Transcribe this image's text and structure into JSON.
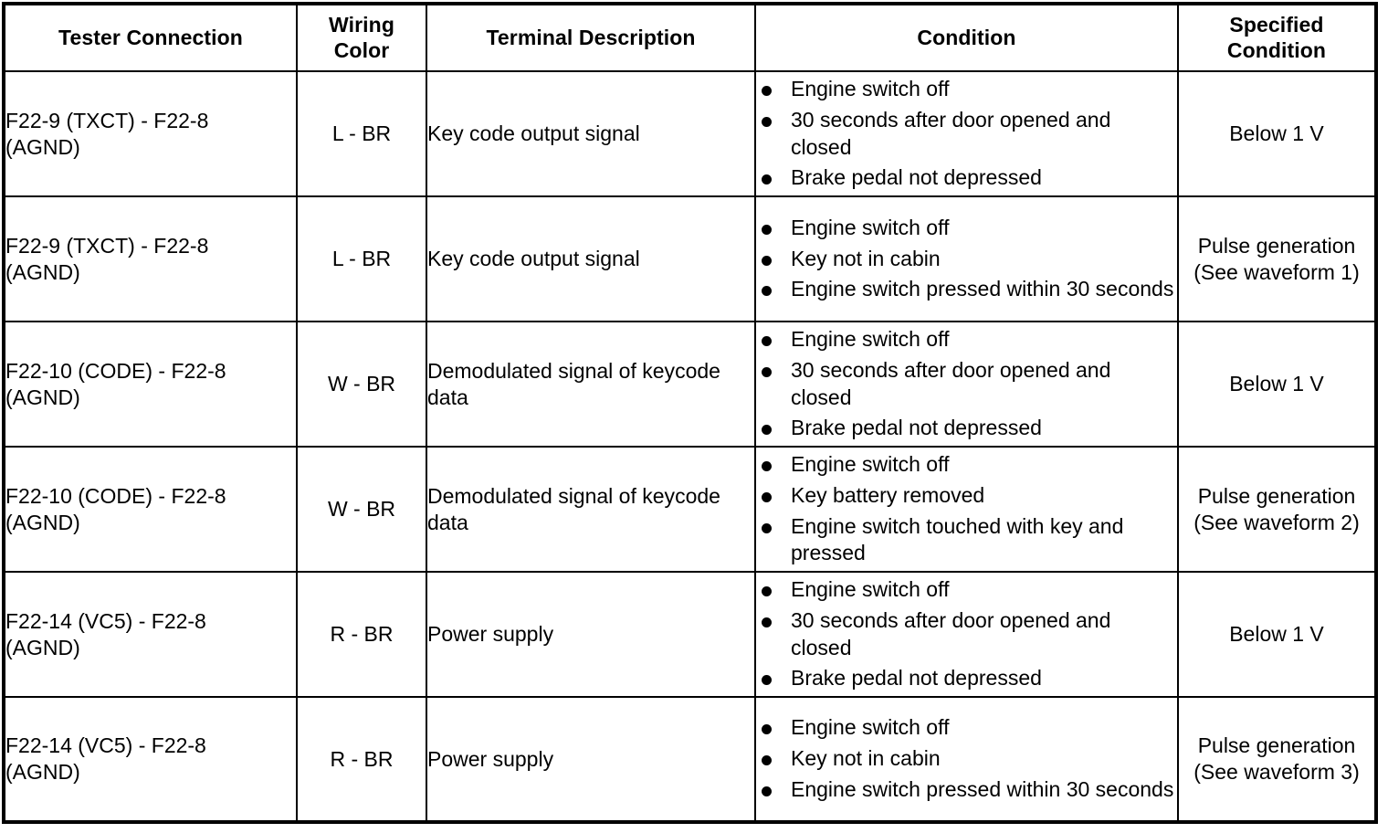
{
  "table": {
    "columns": [
      {
        "key": "tester_connection",
        "label": "Tester Connection"
      },
      {
        "key": "wiring_color",
        "label_line1": "Wiring",
        "label_line2": "Color"
      },
      {
        "key": "terminal_description",
        "label": "Terminal Description"
      },
      {
        "key": "condition",
        "label": "Condition"
      },
      {
        "key": "specified_condition",
        "label_line1": "Specified",
        "label_line2": "Condition"
      }
    ],
    "rows": [
      {
        "tester_connection_line1": "F22-9 (TXCT) - F22-8",
        "tester_connection_line2": "(AGND)",
        "wiring_color": "L - BR",
        "terminal_description_line1": "Key code output signal",
        "terminal_description_line2": "",
        "conditions": [
          "Engine switch off",
          "30 seconds after door opened and closed",
          "Brake pedal not depressed"
        ],
        "specified_condition_line1": "Below 1 V",
        "specified_condition_line2": ""
      },
      {
        "tester_connection_line1": "F22-9 (TXCT) - F22-8",
        "tester_connection_line2": "(AGND)",
        "wiring_color": "L - BR",
        "terminal_description_line1": "Key code output signal",
        "terminal_description_line2": "",
        "conditions": [
          "Engine switch off",
          "Key not in cabin",
          "Engine switch pressed within 30 seconds"
        ],
        "specified_condition_line1": "Pulse generation",
        "specified_condition_line2": "(See waveform 1)"
      },
      {
        "tester_connection_line1": "F22-10 (CODE) - F22-8",
        "tester_connection_line2": "(AGND)",
        "wiring_color": "W - BR",
        "terminal_description_line1": "Demodulated signal of key",
        "terminal_description_line2": "code data",
        "conditions": [
          "Engine switch off",
          "30 seconds after door opened and closed",
          "Brake pedal not depressed"
        ],
        "specified_condition_line1": "Below 1 V",
        "specified_condition_line2": ""
      },
      {
        "tester_connection_line1": "F22-10 (CODE) - F22-8",
        "tester_connection_line2": "(AGND)",
        "wiring_color": "W - BR",
        "terminal_description_line1": "Demodulated signal of key",
        "terminal_description_line2": "code data",
        "conditions": [
          "Engine switch off",
          "Key battery removed",
          "Engine switch touched with key and pressed"
        ],
        "specified_condition_line1": "Pulse generation",
        "specified_condition_line2": "(See waveform 2)"
      },
      {
        "tester_connection_line1": "F22-14 (VC5) - F22-8",
        "tester_connection_line2": "(AGND)",
        "wiring_color": "R - BR",
        "terminal_description_line1": "Power supply",
        "terminal_description_line2": "",
        "conditions": [
          "Engine switch off",
          "30 seconds after door opened and closed",
          "Brake pedal not depressed"
        ],
        "specified_condition_line1": "Below 1 V",
        "specified_condition_line2": ""
      },
      {
        "tester_connection_line1": "F22-14 (VC5) - F22-8",
        "tester_connection_line2": "(AGND)",
        "wiring_color": "R - BR",
        "terminal_description_line1": "Power supply",
        "terminal_description_line2": "",
        "conditions": [
          "Engine switch off",
          "Key not in cabin",
          "Engine switch pressed within 30 seconds"
        ],
        "specified_condition_line1": "Pulse generation",
        "specified_condition_line2": "(See waveform 3)"
      }
    ]
  },
  "colors": {
    "border": "#000000",
    "text": "#000000",
    "background": "#ffffff"
  }
}
